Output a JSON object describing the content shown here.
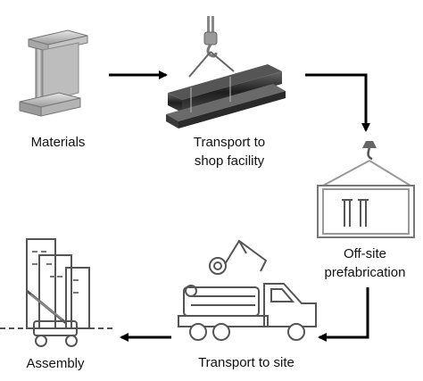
{
  "stages": {
    "materials": "Materials",
    "transport_shop": "Transport to\nshop facility",
    "prefab": "Off-site\nprefabrication",
    "transport_site": "Transport to site",
    "assembly": "Assembly"
  },
  "icons": [
    "steel-beam-icon",
    "crane-lift-beam-icon",
    "container-module-icon",
    "log-truck-icon",
    "building-crane-icon"
  ],
  "colors": {
    "arrow": "#000000",
    "icon_gray": "#555555",
    "beam_dark": "#2a2a2a"
  }
}
